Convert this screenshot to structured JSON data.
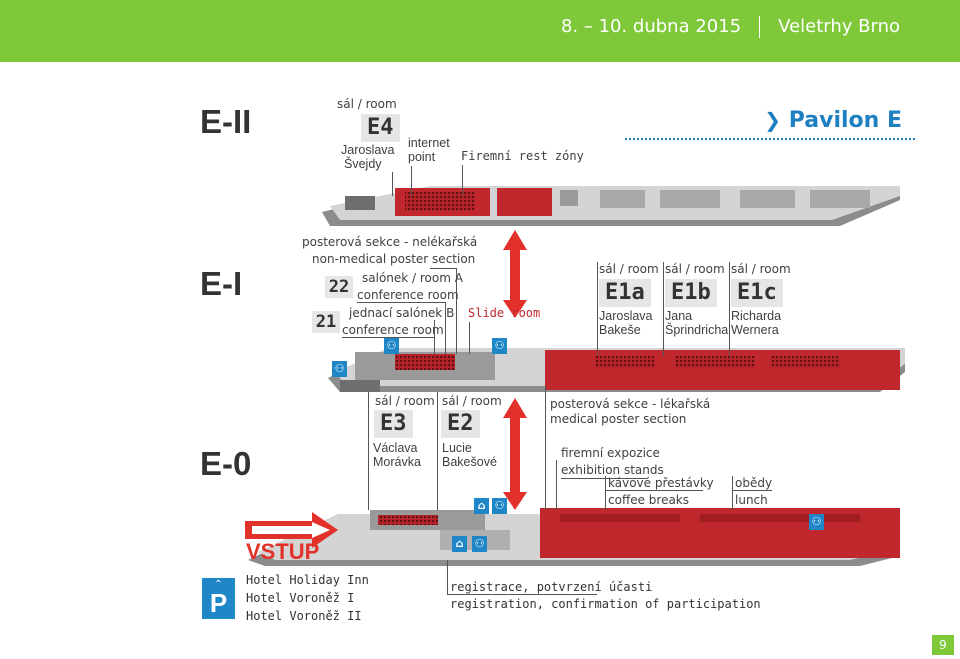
{
  "header": {
    "dates": "8. – 10. dubna 2015",
    "venue": "Veletrhy Brno"
  },
  "brand": {
    "pavilon": "Pavilon E",
    "accent": "#1e7fc1",
    "header_color": "#7ec83a",
    "red": "#c0282d"
  },
  "levels": {
    "e2": {
      "name": "E-II",
      "room_label": "sál / room",
      "room_code": "E4",
      "room_person_1": "Jaroslava",
      "room_person_2": "Švejdy",
      "internet_1": "internet",
      "internet_2": "point",
      "firemni": "Firemní rest zóny"
    },
    "e1": {
      "name": "E-I",
      "poster_1": "posterová sekce - nelékařská",
      "poster_2": "non-medical poster section",
      "num_22": "22",
      "salonek_a": "salónek / room A",
      "conf_a": "conference room",
      "num_21": "21",
      "jednaci_b": "jednací salónek B",
      "conf_b": "conference room",
      "slide_room": "Slide room",
      "rooms": [
        {
          "label": "sál / room",
          "code": "E1a",
          "person_1": "Jaroslava",
          "person_2": "Bakeše"
        },
        {
          "label": "sál / room",
          "code": "E1b",
          "person_1": "Jana",
          "person_2": "Šprindricha"
        },
        {
          "label": "sál / room",
          "code": "E1c",
          "person_1": "Richarda",
          "person_2": "Wernera"
        }
      ]
    },
    "e0": {
      "name": "E-0",
      "rooms": [
        {
          "label": "sál / room",
          "code": "E3",
          "person_1": "Václava",
          "person_2": "Morávka"
        },
        {
          "label": "sál / room",
          "code": "E2",
          "person_1": "Lucie",
          "person_2": "Bakešové"
        }
      ],
      "poster_1": "posterová sekce - lékařská",
      "poster_2": "medical poster section",
      "expo_1": "firemní expozice",
      "expo_2": "exhibition stands",
      "coffee_1": "kávové přestávky",
      "coffee_2": "coffee breaks",
      "lunch_1": "obědy",
      "lunch_2": "lunch"
    }
  },
  "entrance": {
    "vstup": "VSTUP",
    "parking_icon": "parking-icon",
    "hotels": [
      "Hotel Holiday Inn",
      "Hotel Voroněž I",
      "Hotel Voroněž II"
    ],
    "registration_1": "registrace, potvrzení účasti",
    "registration_2": "registration, confirmation of participation"
  },
  "page_number": "9"
}
